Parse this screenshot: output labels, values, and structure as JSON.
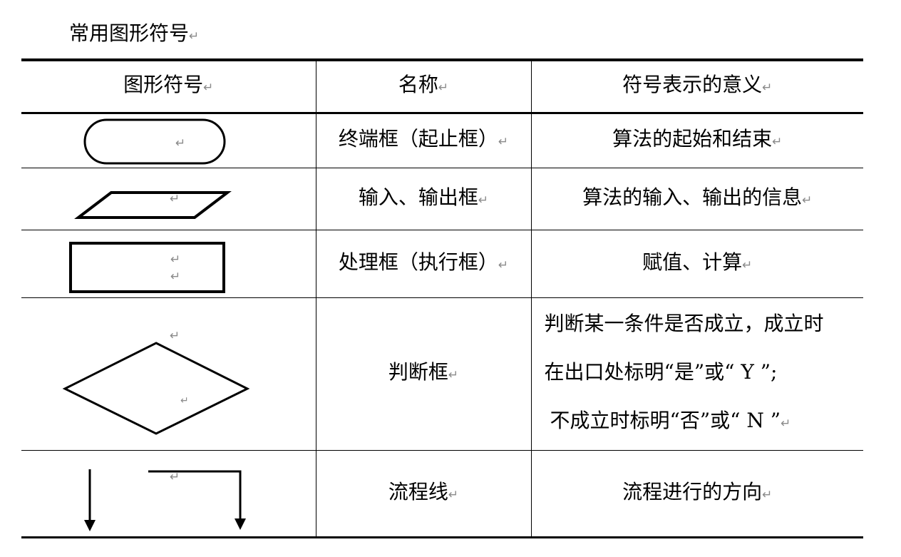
{
  "title": "常用图形符号",
  "return_mark": "↵",
  "table": {
    "headers": [
      "图形符号",
      "名称",
      "符号表示的意义"
    ],
    "rows": [
      {
        "icon": "terminal-rounded-rect-icon",
        "name": "终端框（起止框）",
        "meaning": "算法的起始和结束"
      },
      {
        "icon": "parallelogram-icon",
        "name": "输入、输出框",
        "meaning": "算法的输入、输出的信息"
      },
      {
        "icon": "rectangle-icon",
        "name": "处理框（执行框）",
        "meaning": "赋值、计算"
      },
      {
        "icon": "diamond-icon",
        "name": "判断框",
        "meaning_lines": [
          "判断某一条件是否成立，成立时",
          "在出口处标明“是”或“ Y ”;",
          "不成立时标明“否”或“ N ”"
        ]
      },
      {
        "icon": "flow-arrow-icon",
        "name": "流程线",
        "meaning": "流程进行的方向"
      }
    ]
  }
}
